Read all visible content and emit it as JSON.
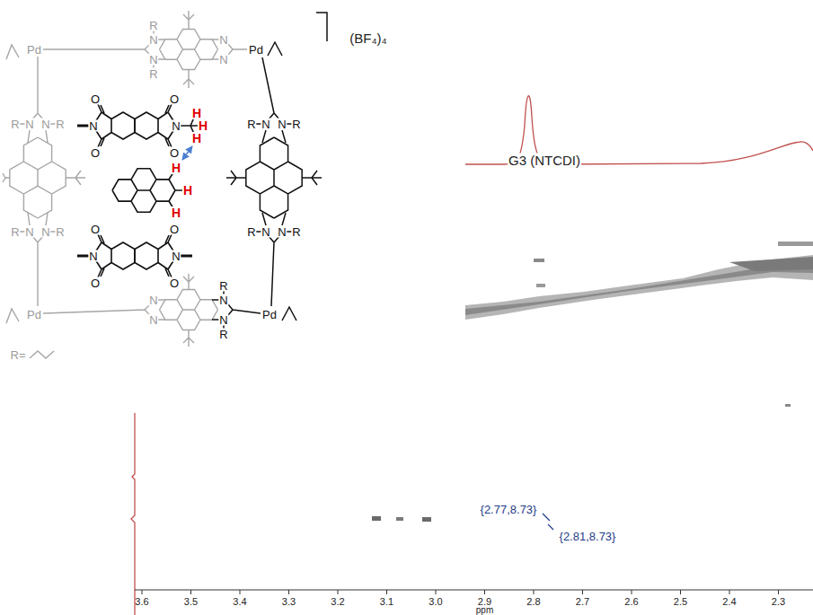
{
  "diagram": {
    "labels": [
      "(BF₄)₄",
      "Pd",
      "R",
      "N",
      "N",
      "R",
      "N",
      "N",
      "Pd",
      "R",
      "N",
      "N",
      "R",
      "R",
      "N",
      "N",
      "R",
      "Pd",
      "R",
      "N",
      "N",
      "R",
      "R",
      "N",
      "N",
      "R",
      "N",
      "N",
      "R",
      "N",
      "N",
      "R",
      "Pd",
      "O",
      "N",
      "O",
      "O",
      "N",
      "O",
      "H",
      "H",
      "H",
      "H",
      "H",
      "H",
      "O",
      "N",
      "O",
      "O",
      "N",
      "O",
      "R=",
      "G3 (NTCDI)",
      "{2.77,8.73}",
      "{2.81,8.73}",
      "3.6",
      "3.5",
      "3.4",
      "3.3",
      "3.2",
      "3.1",
      "3.0",
      "2.9",
      "2.8",
      "2.7",
      "2.6",
      "2.5",
      "2.4",
      "2.3",
      "ppm"
    ]
  }
}
